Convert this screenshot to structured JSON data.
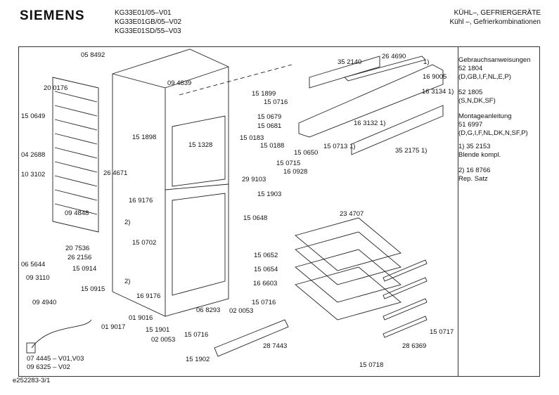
{
  "header": {
    "brand": "SIEMENS",
    "models": [
      "KG33E01/05–V01",
      "KG33E01GB/05–V02",
      "KG33E01SD/55–V03"
    ],
    "category_de": "KÜHL–, GEFRIERGERÄTE",
    "category_sub": "Kühl –, Gefrierkombinationen"
  },
  "side_notes": [
    "Gebrauchsanweisungen",
    "52 1804",
    "(D,GB,I,F,NL,E,P)",
    "",
    "52 1805",
    "(S,N,DK,SF)",
    "",
    "Montageanleitung",
    "51 6997",
    "(D,G,I,F,NL,DK,N,SF,P)",
    "",
    "1) 35 2153",
    "    Blende kompl.",
    "",
    "2) 16 8766",
    "    Rep. Satz"
  ],
  "parts": [
    "05 8492",
    "09 4839",
    "35 2140",
    "26 4690",
    "1)",
    "16 9005",
    "16 3134 1)",
    "20 0176",
    "15 1899",
    "15 0716",
    "15 0649",
    "15 0679",
    "15 0681",
    "15 1898",
    "15 1328",
    "04 2688",
    "15 0183",
    "15 0188",
    "15 0650",
    "16 3132 1)",
    "15 0713 1)",
    "35 2175 1)",
    "15 0715",
    "16 0928",
    "29 9103",
    "10 3102",
    "26 4671",
    "15 1903",
    "16 9176",
    "2)",
    "09 4848",
    "15 0648",
    "23 4707",
    "15 0702",
    "20 7536",
    "26 2156",
    "06 5644",
    "15 0914",
    "09 3110",
    "15 0652",
    "15 0654",
    "15 0915",
    "16 6603",
    "16 9176",
    "09 4940",
    "06 8293",
    "02 0053",
    "15 0716",
    "01 9016",
    "01 9017",
    "15 1901",
    "15 0716",
    "02 0053",
    "28 7443",
    "15 0717",
    "28 6369",
    "15 1902",
    "07 4445 – V01,V03",
    "09 6325 – V02",
    "15 0718",
    "2)"
  ],
  "footer": "e252283-3/1"
}
